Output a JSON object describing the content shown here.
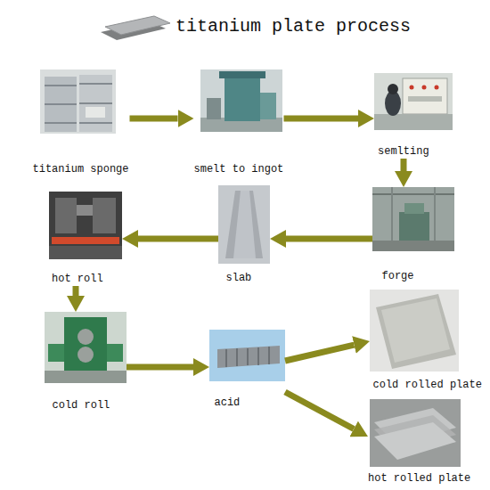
{
  "diagram": {
    "title": "titanium plate process",
    "nodes": [
      {
        "text": [
          "titanium sponge"
        ]
      },
      {
        "text": [
          "smelt to ingot"
        ]
      },
      {
        "text": [
          "semlting"
        ]
      },
      {
        "text": [
          "forge"
        ]
      },
      {
        "text": [
          "slab"
        ]
      },
      {
        "text": [
          "hot roll"
        ]
      },
      {
        "text": [
          "cold roll"
        ]
      },
      {
        "text": [
          "acid"
        ]
      },
      {
        "text": [
          "cold rolled plate"
        ]
      },
      {
        "text": [
          "hot rolled plate"
        ]
      }
    ],
    "edges": [
      {
        "from": 0,
        "to": 1,
        "arrow": "to"
      },
      {
        "from": 1,
        "to": 2,
        "arrow": "to"
      },
      {
        "from": 2,
        "to": 3,
        "arrow": "to"
      },
      {
        "from": 3,
        "to": 4,
        "arrow": "to"
      },
      {
        "from": 4,
        "to": 5,
        "arrow": "to"
      },
      {
        "from": 5,
        "to": 6,
        "arrow": "to"
      },
      {
        "from": 6,
        "to": 7,
        "arrow": "to"
      },
      {
        "from": 7,
        "to": 8,
        "arrow": "to"
      },
      {
        "from": 7,
        "to": 9,
        "arrow": "to"
      }
    ]
  }
}
